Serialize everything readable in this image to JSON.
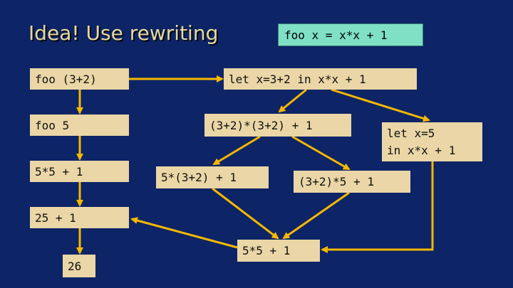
{
  "slide": {
    "title": "Idea! Use rewriting",
    "definition": "foo x = x*x + 1"
  },
  "nodes": {
    "n1": "foo (3+2)",
    "n2": "foo 5",
    "n3": "5*5 + 1",
    "n4": "25 + 1",
    "n5": "26",
    "n6": "let x=3+2 in x*x + 1",
    "n7": "(3+2)*(3+2) + 1",
    "n8": "5*(3+2) + 1",
    "n9": "(3+2)*5 + 1",
    "n10_line1": "let x=5",
    "n10_line2": "in x*x + 1",
    "n11": "5*5 + 1"
  },
  "colors": {
    "background": "#0d2466",
    "box_fill": "#ead6a6",
    "definition_fill": "#7fe0c6",
    "arrow": "#f5b800",
    "title_text": "#e8d89c"
  }
}
